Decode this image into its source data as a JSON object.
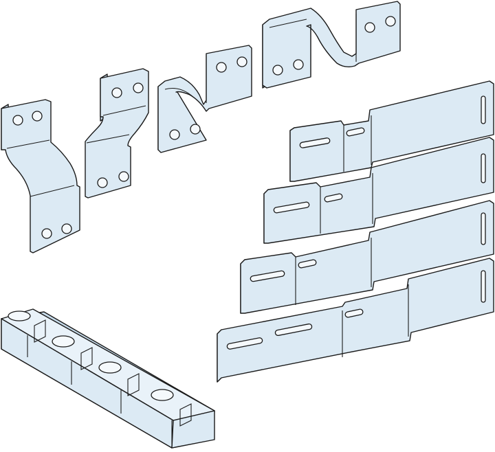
{
  "scene": {
    "background": "#ffffff",
    "part_fill": "#dceaf4",
    "outline": "#1a1a1a",
    "components": [
      "connector-bracket-single-bend",
      "connector-bracket-short-bend",
      "connector-bracket-z-bend",
      "connector-bracket-tall-z-bend",
      "extension-bar-1",
      "extension-bar-2",
      "extension-bar-3",
      "extension-bar-4",
      "busbar-support-block"
    ]
  }
}
